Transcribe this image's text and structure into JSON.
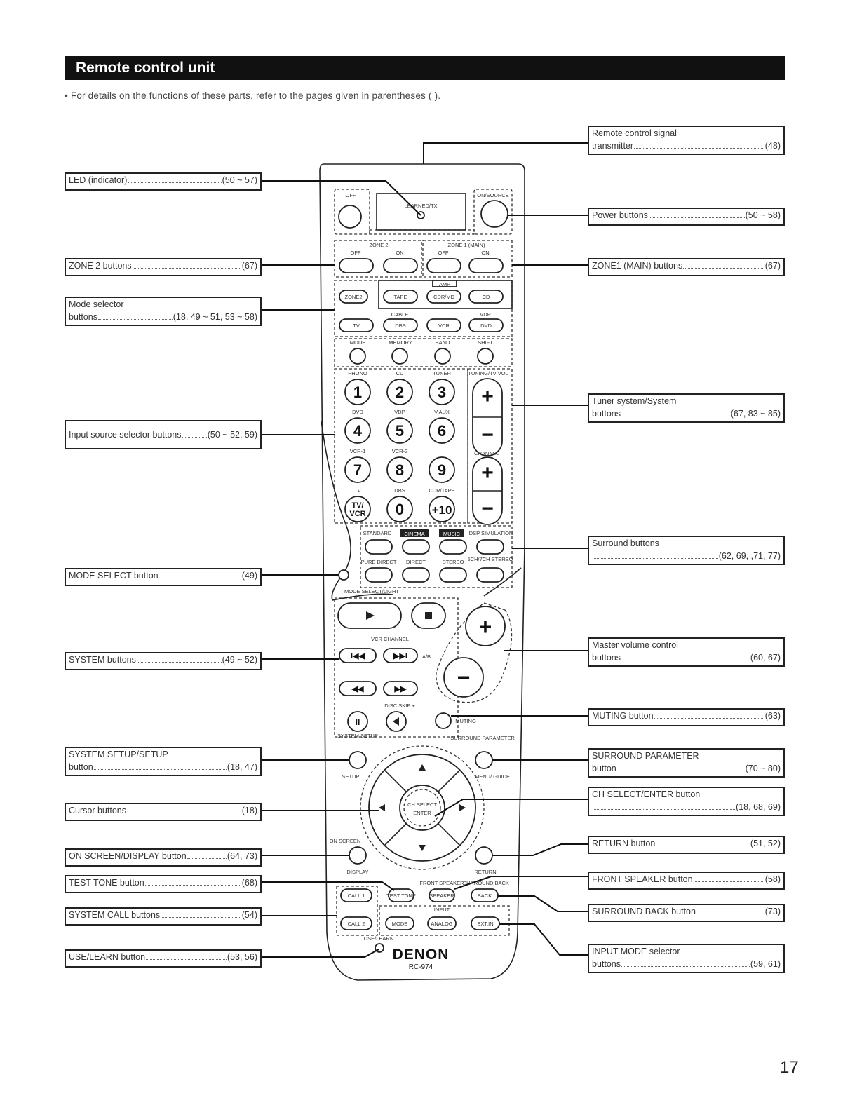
{
  "header": {
    "title": "Remote control unit",
    "note": "•  For details on the functions of these parts, refer to the pages given in parentheses ( )."
  },
  "callouts": {
    "led": {
      "text": "LED (indicator)",
      "ref": "(50 ~ 57)"
    },
    "zone2": {
      "text": "ZONE 2 buttons",
      "ref": "(67)"
    },
    "mode_selector": {
      "line1": "Mode selector",
      "text": "buttons",
      "ref": "(18, 49 ~ 51, 53 ~ 58)"
    },
    "input_source": {
      "text": "Input source selector buttons",
      "ref": "(50 ~ 52, 59)"
    },
    "mode_select": {
      "text": "MODE SELECT button",
      "ref": "(49)"
    },
    "system": {
      "text": "SYSTEM buttons",
      "ref": "(49 ~ 52)"
    },
    "system_setup": {
      "line1": "SYSTEM SETUP/SETUP",
      "text": "button",
      "ref": "(18, 47)"
    },
    "cursor": {
      "text": "Cursor buttons",
      "ref": "(18)"
    },
    "on_screen": {
      "text": "ON SCREEN/DISPLAY button",
      "ref": "(64, 73)"
    },
    "test_tone": {
      "text": "TEST TONE button",
      "ref": "(68)"
    },
    "system_call": {
      "text": "SYSTEM CALL buttons",
      "ref": "(54)"
    },
    "use_learn": {
      "text": "USE/LEARN button",
      "ref": "(53, 56)"
    },
    "transmitter": {
      "line1": "Remote control signal",
      "text": "transmitter",
      "ref": "(48)"
    },
    "power": {
      "text": "Power buttons",
      "ref": "(50 ~ 58)"
    },
    "zone1": {
      "text": "ZONE1 (MAIN) buttons",
      "ref": "(67)"
    },
    "tuner_system": {
      "line1": "Tuner system/System",
      "text": "buttons",
      "ref": "(67, 83 ~ 85)"
    },
    "surround": {
      "line1": "Surround buttons",
      "text": "",
      "ref": "(62, 69, ,71, 77)"
    },
    "master_volume": {
      "line1": "Master volume control",
      "text": "buttons",
      "ref": "(60, 67)"
    },
    "muting": {
      "text": "MUTING button",
      "ref": "(63)"
    },
    "surround_param": {
      "line1": "SURROUND PARAMETER",
      "text": "button",
      "ref": "(70 ~ 80)"
    },
    "ch_select": {
      "line1": "CH SELECT/ENTER button",
      "text": "",
      "ref": "(18, 68, 69)"
    },
    "return": {
      "text": "RETURN button",
      "ref": "(51, 52)"
    },
    "front_speaker": {
      "text": "FRONT SPEAKER button",
      "ref": "(58)"
    },
    "surround_back": {
      "text": "SURROUND BACK button",
      "ref": "(73)"
    },
    "input_mode": {
      "line1": "INPUT MODE selector",
      "text": "buttons",
      "ref": "(59, 61)"
    }
  },
  "remote": {
    "brand": "DENON",
    "model": "RC-974",
    "labels": {
      "off": "OFF",
      "on_source": "ON/SOURCE",
      "learned_tx": "LEARNED/TX",
      "zone2": "ZONE 2",
      "zone1_main": "ZONE 1 (MAIN)",
      "off2": "OFF",
      "on2": "ON",
      "off3": "OFF",
      "on3": "ON",
      "amp": "AMP",
      "zone2_btn": "ZONE2",
      "tape": "TAPE",
      "cdr_md": "CDR/MD",
      "cd": "CD",
      "cable": "CABLE",
      "vdp": "VDP",
      "tv": "TV",
      "dbs": "DBS",
      "vcr": "VCR",
      "dvd": "DVD",
      "mode": "MODE",
      "memory": "MEMORY",
      "band": "BAND",
      "shift": "SHIFT",
      "phono": "PHONO",
      "cd2": "CD",
      "tuner": "TUNER",
      "tuning_tv_vol": "TUNING/TV VOL",
      "dvd2": "DVD",
      "vdp2": "VDP",
      "v_aux": "V.AUX",
      "vcr1": "VCR-1",
      "vcr2": "VCR-2",
      "channel": "CHANNEL",
      "tv2": "TV",
      "dbs2": "DBS",
      "cdr_tape": "CDR/TAPE",
      "k1": "1",
      "k2": "2",
      "k3": "3",
      "k4": "4",
      "k5": "5",
      "k6": "6",
      "k7": "7",
      "k8": "8",
      "k9": "9",
      "k0": "0",
      "k10": "+10",
      "tv_vcr_1": "TV/",
      "tv_vcr_2": "VCR",
      "plus": "+",
      "minus": "−",
      "standard": "STANDARD",
      "cinema": "CINEMA",
      "music": "MUSIC",
      "dsp_sim": "DSP SIMULATION",
      "pure_direct": "PURE DIRECT",
      "direct": "DIRECT",
      "stereo": "STEREO",
      "ch_stereo": "5CH/7CH STEREO",
      "mode_select_light": "MODE SELECT/LIGHT",
      "vcr_channel": "VCR CHANNEL",
      "ab": "A/B",
      "disc_skip": "DISC SKIP +",
      "muting": "MUTING",
      "system_setup_lbl": "SYSTEM SETUP",
      "surround_param_lbl": "SURROUND PARAMETER",
      "setup": "SETUP",
      "menu_guide": "MENU/ GUIDE",
      "ch_select": "CH SELECT",
      "enter": "ENTER",
      "on_screen": "ON SCREEN",
      "display": "DISPLAY",
      "return": "RETURN",
      "front_speaker": "FRONT SPEAKER",
      "surround_back": "SURROUND BACK",
      "call1": "CALL 1",
      "call2": "CALL 2",
      "test_tone": "TEST TONE",
      "speaker": "SPEAKER",
      "back": "BACK",
      "input": "INPUT",
      "mode2": "MODE",
      "analog": "ANALOG",
      "ext_in": "EXT.IN",
      "use_learn": "USE/LEARN"
    }
  },
  "page_number": "17"
}
